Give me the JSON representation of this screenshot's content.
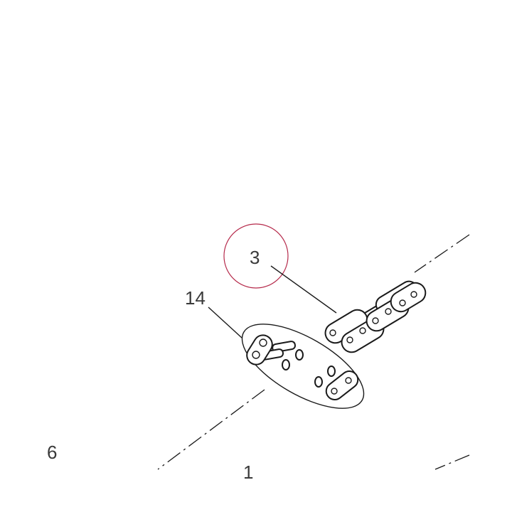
{
  "callouts": {
    "chain_part": "3",
    "link_kit": "14",
    "corner_left": "6",
    "bottom_partial": "1"
  },
  "colors": {
    "highlight_circle": "#b5294a",
    "line": "#1a1a1a",
    "label": "#3a3a3a"
  }
}
